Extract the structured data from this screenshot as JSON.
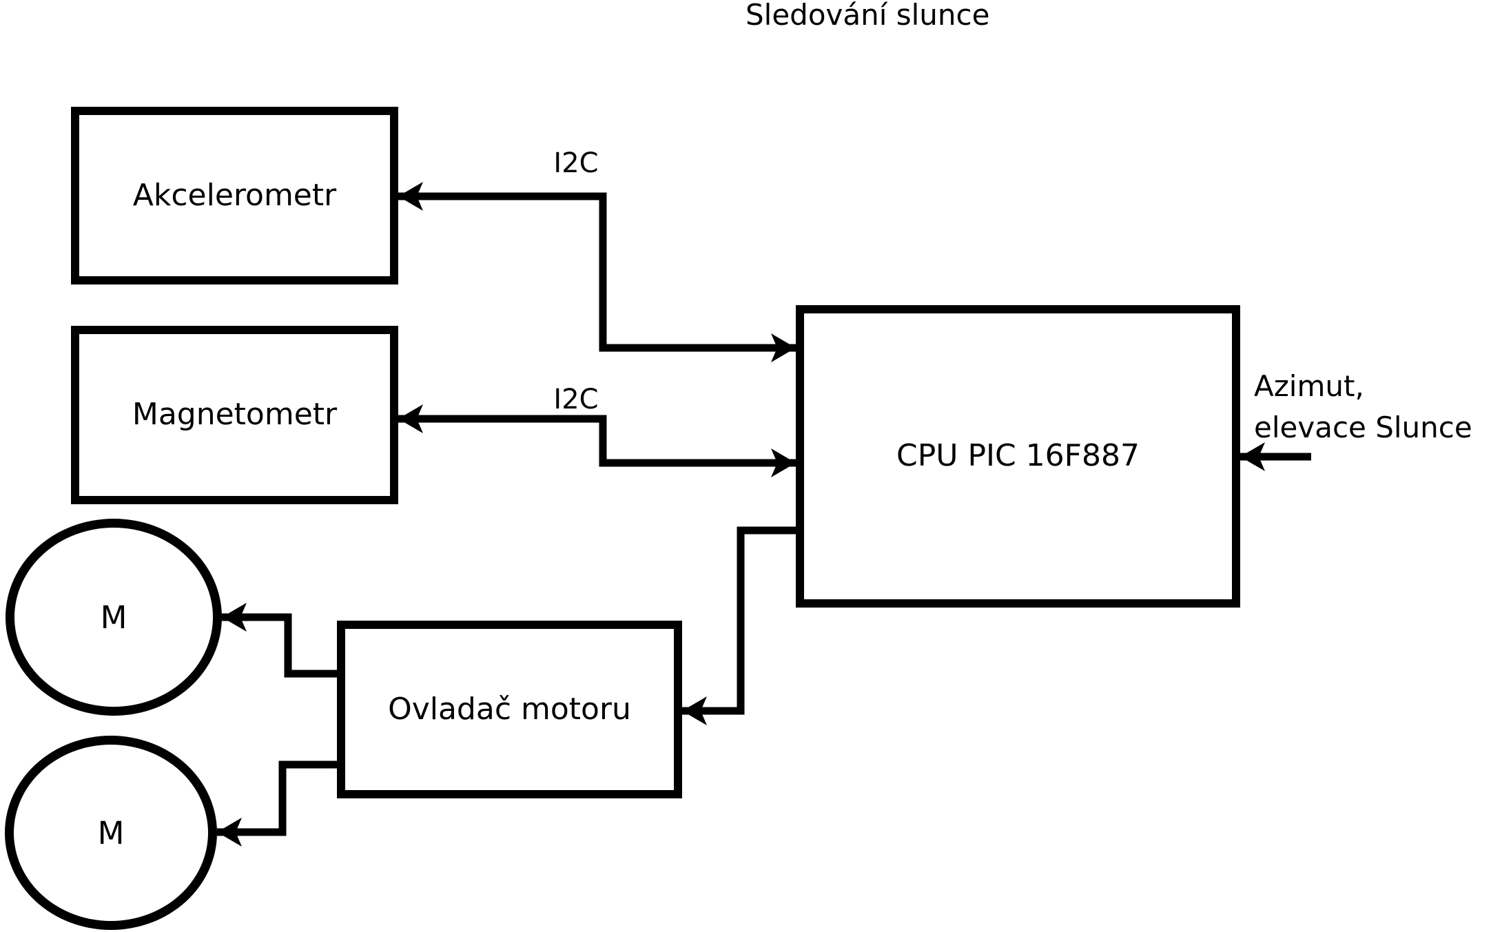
{
  "title": "Sledování slunce",
  "blocks": {
    "akcelerometr": {
      "label": "Akcelerometr"
    },
    "magnetometr": {
      "label": "Magnetometr"
    },
    "cpu": {
      "label": "CPU PIC 16F887"
    },
    "ovladac": {
      "label": "Ovladač motoru"
    },
    "motor1": {
      "label": "M"
    },
    "motor2": {
      "label": "M"
    }
  },
  "annotations": {
    "i2c_top": "I2C",
    "i2c_bottom": "I2C",
    "azimut_line1": "Azimut,",
    "azimut_line2": "elevace Slunce"
  },
  "colors": {
    "stroke": "#000000",
    "background": "#ffffff",
    "text": "#000000"
  }
}
